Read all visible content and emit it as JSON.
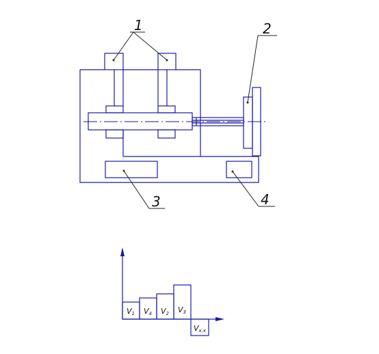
{
  "callouts": {
    "c1": "1",
    "c2": "2",
    "c3": "3",
    "c4": "4"
  },
  "cycle_chart": {
    "bars": [
      {
        "label": "V",
        "sub": "1"
      },
      {
        "label": "V",
        "sub": "4"
      },
      {
        "label": "V",
        "sub": "2"
      },
      {
        "label": "V",
        "sub": "3"
      },
      {
        "label": "V",
        "sub": "x.x"
      }
    ]
  },
  "colors": {
    "drawing": "#1a1aa8",
    "leader": "#222222"
  }
}
